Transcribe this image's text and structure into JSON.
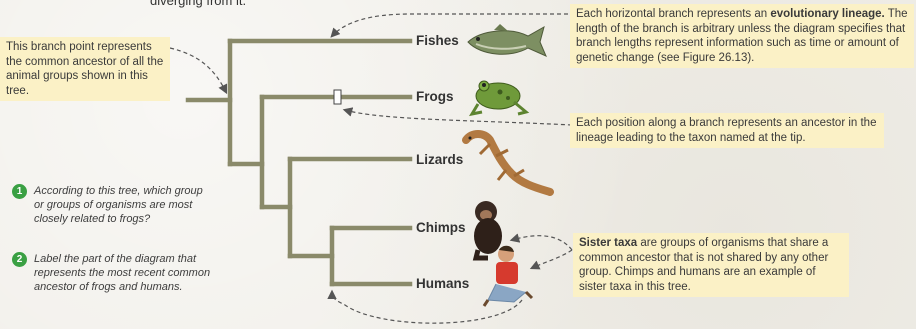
{
  "intro_fragment": "diverging from it.",
  "taxa": {
    "fishes": "Fishes",
    "frogs": "Frogs",
    "lizards": "Lizards",
    "chimps": "Chimps",
    "humans": "Humans"
  },
  "callouts": {
    "branch_point": "This branch point represents the common ancestor of all the animal groups shown in this tree.",
    "lineage_lead": "Each horizontal branch represents an ",
    "lineage_bold": "evolutionary lineage.",
    "lineage_rest": " The length of the branch is arbitrary unless the diagram specifies that branch lengths represent information such as time or amount of genetic change (see Figure 26.13).",
    "position": "Each position along a branch represents an ancestor in the lineage leading to the taxon named at the tip.",
    "sister_bold": "Sister taxa",
    "sister_rest": " are groups of organisms that share a common ancestor that is not shared by any other group. Chimps and humans are an example of sister taxa in this tree."
  },
  "questions": [
    {
      "number": "1",
      "text": "According to this tree, which group or groups of organisms are most closely related to frogs?"
    },
    {
      "number": "2",
      "text": "Label the part of the diagram that represents the most recent common ancestor of frogs and humans."
    }
  ],
  "colors": {
    "branch": "#8a8a6a",
    "callout_bg": "#fbf1c6",
    "question_badge": "#3aa043"
  },
  "icons": [
    "fish-icon",
    "frog-icon",
    "lizard-icon",
    "chimp-icon",
    "human-icon"
  ]
}
